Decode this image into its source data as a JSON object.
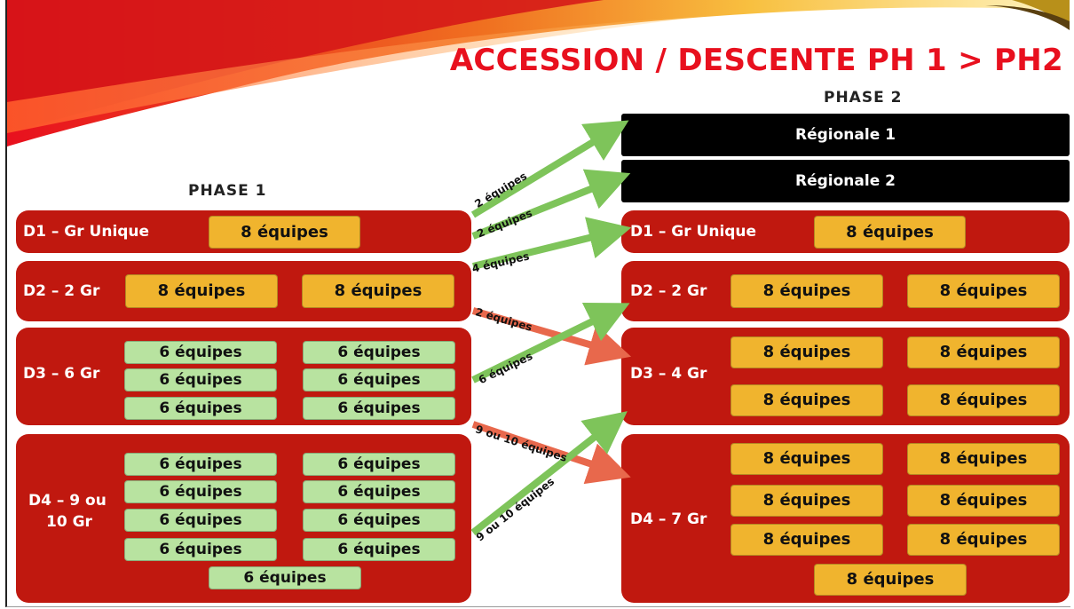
{
  "slide": {
    "title": "ACCESSION / DESCENTE PH 1 > PH2",
    "phase1_label": "PHASE 1",
    "phase2_label": "PHASE 2"
  },
  "colors": {
    "title": "#e8101e",
    "block": "#c0180f",
    "pill_yellow": "#f0b42e",
    "pill_green": "#b8e3a0",
    "arrow_up": "#7ec45a",
    "arrow_down": "#e8684c",
    "regional": "#000000"
  },
  "phase1": {
    "d1": {
      "label": "D1 – Gr Unique",
      "teams": [
        "8 équipes"
      ]
    },
    "d2": {
      "label": "D2 – 2 Gr",
      "teams": [
        "8 équipes",
        "8 équipes"
      ]
    },
    "d3": {
      "label": "D3 – 6 Gr",
      "teams": [
        "6 équipes",
        "6 équipes",
        "6 équipes",
        "6 équipes",
        "6 équipes",
        "6 équipes"
      ]
    },
    "d4": {
      "label_line1": "D4 – 9 ou",
      "label_line2": "10 Gr",
      "teams": [
        "6 équipes",
        "6 équipes",
        "6 équipes",
        "6 équipes",
        "6 équipes",
        "6 équipes",
        "6 équipes",
        "6 équipes",
        "6 équipes"
      ]
    }
  },
  "phase2": {
    "r1": "Régionale 1",
    "r2": "Régionale 2",
    "d1": {
      "label": "D1 – Gr Unique",
      "teams": [
        "8 équipes"
      ]
    },
    "d2": {
      "label": "D2 – 2 Gr",
      "teams": [
        "8 équipes",
        "8 équipes"
      ]
    },
    "d3": {
      "label": "D3 – 4 Gr",
      "teams": [
        "8 équipes",
        "8 équipes",
        "8 équipes",
        "8 équipes"
      ]
    },
    "d4": {
      "label": "D4 – 7 Gr",
      "teams": [
        "8 équipes",
        "8 équipes",
        "8 équipes",
        "8 équipes",
        "8 équipes",
        "8 équipes",
        "8 équipes"
      ]
    }
  },
  "arrows": {
    "d1_to_r1": "2 équipes",
    "d1_to_r2": "2 équipes",
    "d2_to_d1": "4 équipes",
    "d2_to_d3": "2 équipes",
    "d3_to_d2": "6 équipes",
    "d3_to_d4": "9 ou 10 équipes",
    "d4_to_d3": "9 ou 10 équipes"
  }
}
